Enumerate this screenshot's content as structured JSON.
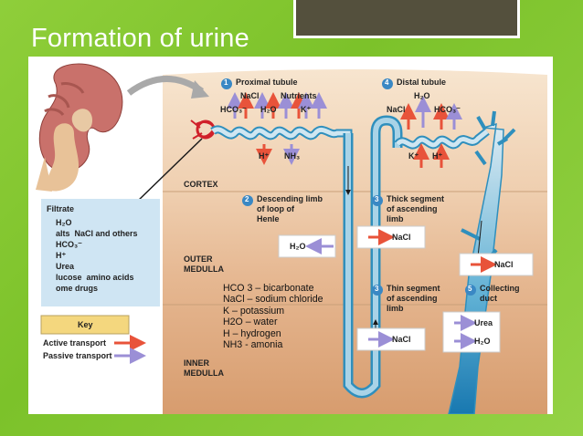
{
  "slide": {
    "title": "Formation of urine",
    "accent_green": "#8fce3a",
    "title_box_color": "#54503d"
  },
  "regions": {
    "cortex": "CORTEX",
    "outer_medulla_1": "OUTER",
    "outer_medulla_2": "MEDULLA",
    "inner_medulla_1": "INNER",
    "inner_medulla_2": "MEDULLA"
  },
  "segments": {
    "s1": {
      "num": "1",
      "title": "Proximal tubule"
    },
    "s2": {
      "num": "2",
      "line1": "Descending limb",
      "line2": "of loop of",
      "line3": "Henle"
    },
    "s3a": {
      "num": "3",
      "line1": "Thick segment",
      "line2": "of ascending",
      "line3": "limb"
    },
    "s3b": {
      "num": "3",
      "line1": "Thin segment",
      "line2": "of ascending",
      "line3": "limb"
    },
    "s4": {
      "num": "4",
      "title": "Distal tubule"
    },
    "s5": {
      "num": "5",
      "line1": "Collecting",
      "line2": "duct"
    }
  },
  "proximal": {
    "top_labels": [
      "NaCl",
      "Nutrients"
    ],
    "mid_labels": [
      "HCO₃⁻",
      "H₂O",
      "K⁺"
    ],
    "bottom_labels": [
      "H⁺",
      "NH₃"
    ]
  },
  "distal": {
    "top_label": "H₂O",
    "mid_labels": [
      "NaCl",
      "HCO₃⁻"
    ],
    "bottom_labels": [
      "K⁺",
      "H⁺"
    ]
  },
  "boxes": {
    "descending_h2o": "H₂O",
    "thick_nacl": "NaCl",
    "collecting_nacl": "NaCl",
    "thin_nacl": "NaCl",
    "collecting_urea": "Urea",
    "collecting_h2o": "H₂O"
  },
  "filtrate": {
    "title": "Filtrate",
    "items": [
      "H₂O",
      "alts  NaCl and others",
      "HCO₃⁻",
      "H⁺",
      "Urea",
      "lucose  amino acids",
      "ome drugs"
    ]
  },
  "key": {
    "title": "Key",
    "active": "Active transport",
    "passive": "Passive transport",
    "active_color": "#e8533a",
    "passive_color": "#9b8fd6"
  },
  "abbreviations": [
    "HCO 3 – bicarbonate",
    "NaCl – sodium chloride",
    "K – potassium",
    "H2O – water",
    "H – hydrogen",
    "NH3 - amonia"
  ]
}
